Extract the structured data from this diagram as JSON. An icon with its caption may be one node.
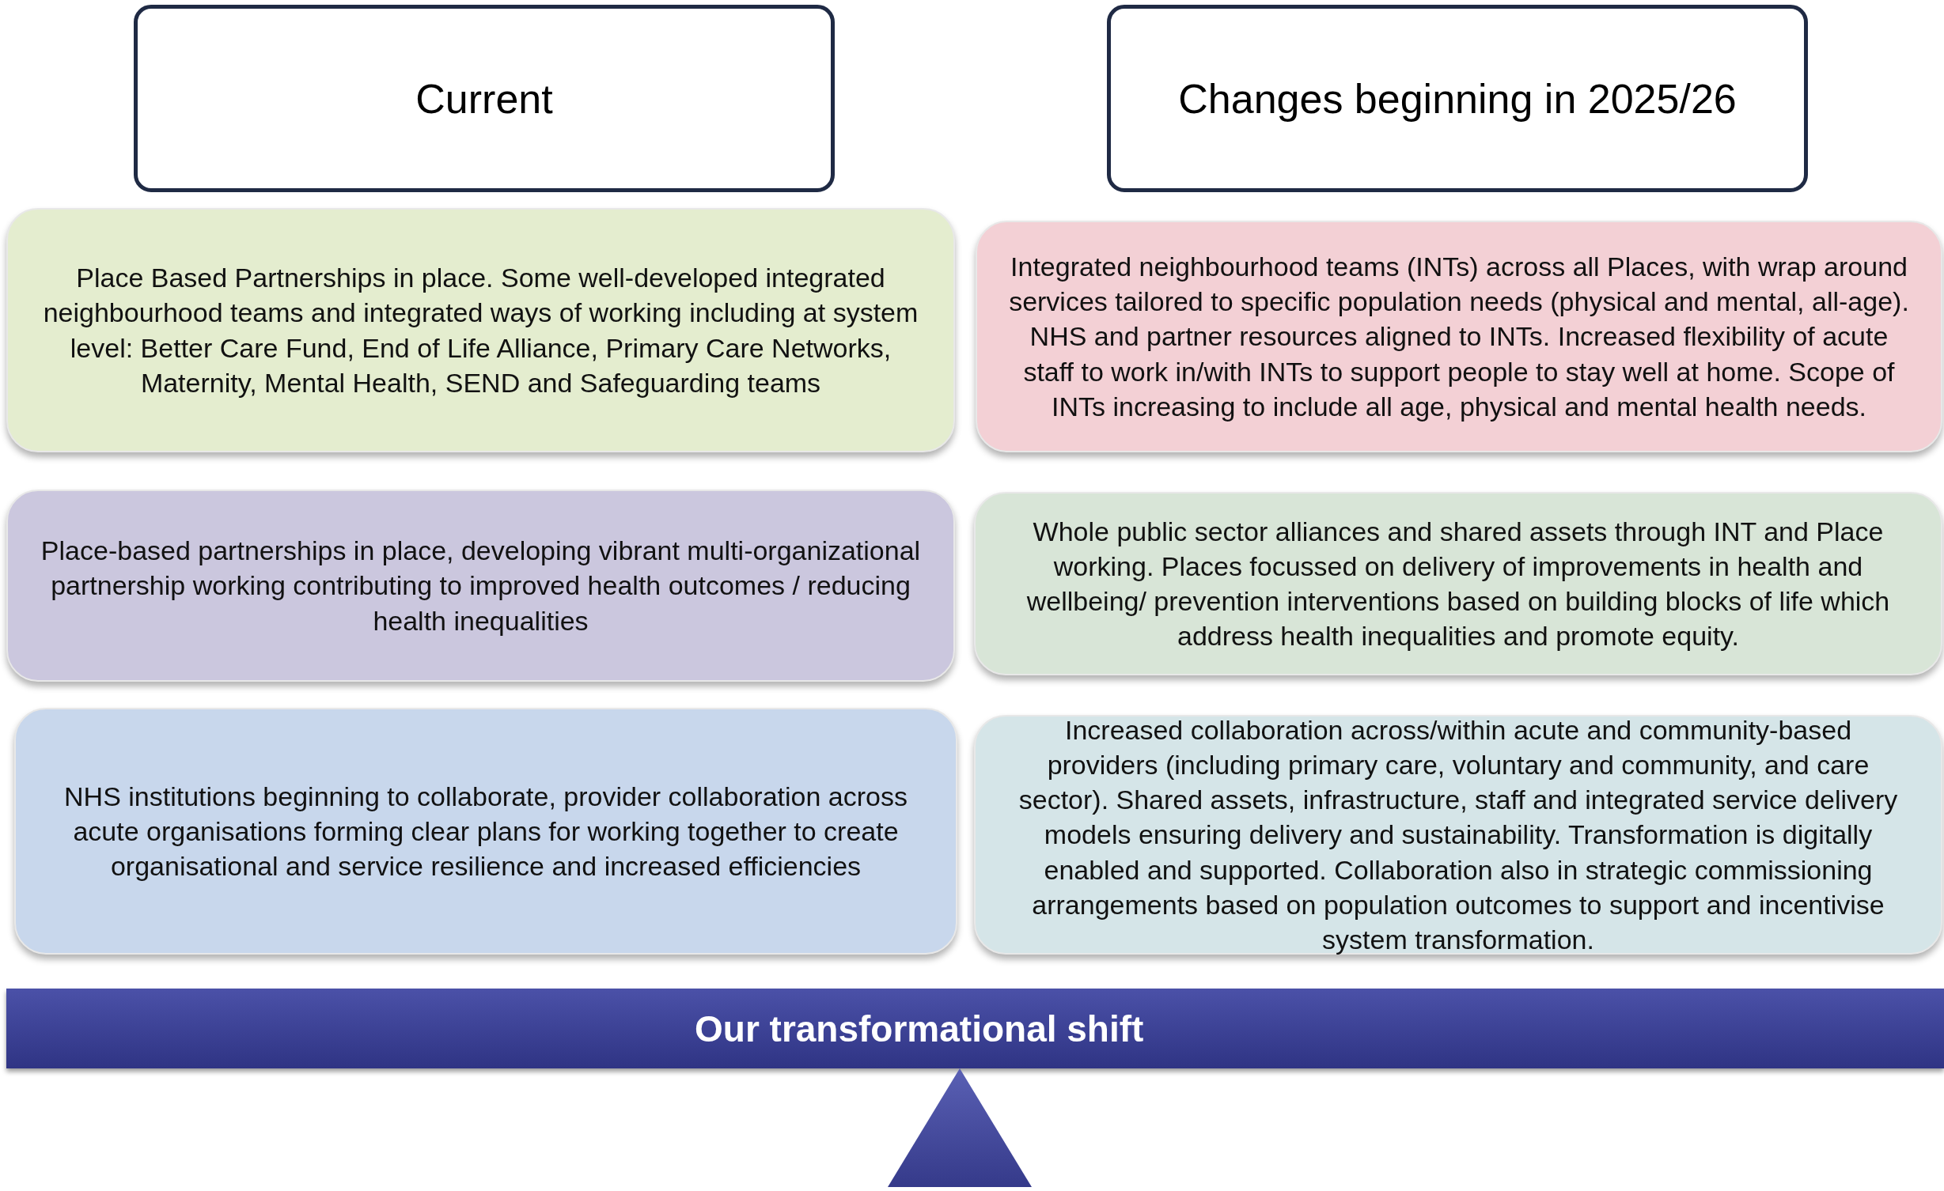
{
  "diagram": {
    "nodes": [
      {
        "text": [
          "Current"
        ]
      },
      {
        "text": [
          "Changes beginning in 2025/26"
        ]
      },
      {
        "text": [
          "Place Based Partnerships in place. Some well-developed integrated neighbourhood teams and integrated ways of working including at system level: Better Care Fund, End of Life Alliance, Primary Care Networks, Maternity, Mental Health, SEND and Safeguarding teams"
        ]
      },
      {
        "text": [
          "Integrated neighbourhood teams (INTs) across all Places, with wrap around services tailored to specific population needs (physical and mental, all-age). NHS and partner resources aligned to INTs. Increased flexibility of acute staff to work in/with INTs to support people to stay well at home. Scope of INTs increasing to include all age, physical and mental health needs."
        ]
      },
      {
        "text": [
          "Place-based partnerships in place, developing vibrant multi-organizational  partnership working contributing to improved health outcomes / reducing health inequalities"
        ]
      },
      {
        "text": [
          "Whole public sector alliances and shared assets through INT and Place working.  Places focussed on delivery of improvements in health and wellbeing/ prevention interventions based on building blocks of life which address health inequalities and promote equity."
        ]
      },
      {
        "text": [
          "NHS institutions beginning to collaborate, provider collaboration across acute organisations forming clear plans for working together to create organisational and service resilience and increased efficiencies"
        ]
      },
      {
        "text": [
          "Increased collaboration across/within acute and community-based providers (including primary care, voluntary and community, and care sector). Shared assets, infrastructure, staff and integrated service delivery models ensuring delivery and sustainability. Transformation is digitally enabled and supported. Collaboration also in strategic commissioning arrangements based on population outcomes to support and incentivise system transformation."
        ]
      },
      {
        "text": [
          "Our transformational shift"
        ]
      },
      {
        "text": [],
        "shape": "triangle"
      }
    ]
  }
}
